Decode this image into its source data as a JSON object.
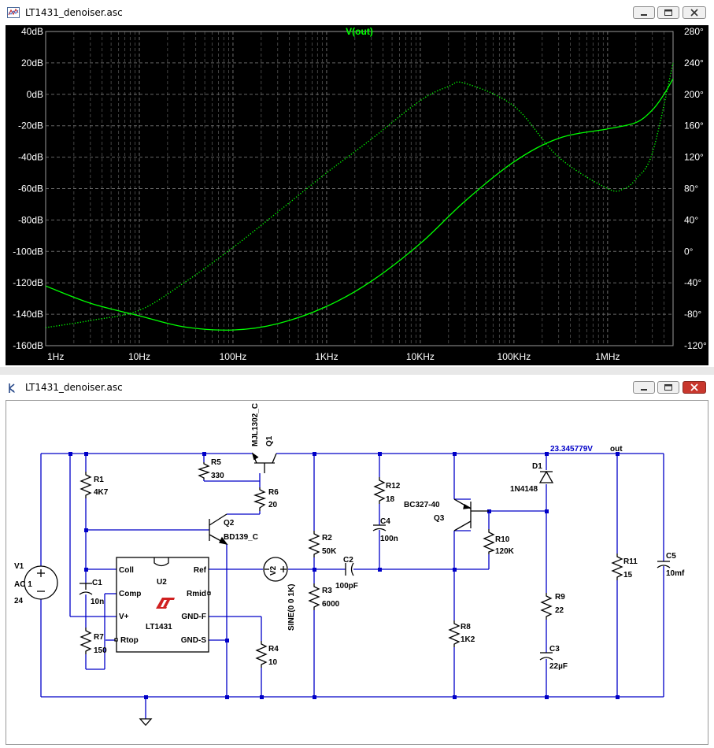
{
  "plot_window": {
    "title": "LT1431_denoiser.asc",
    "icon": "plot-window-icon"
  },
  "schematic_window": {
    "title": "LT1431_denoiser.asc",
    "icon": "schematic-window-icon"
  },
  "window_controls": {
    "minimize": "minimize-icon",
    "maximize": "maximize-icon",
    "close": "close-icon"
  },
  "chart_data": {
    "type": "line",
    "title": "V(out)",
    "x_scale": "log",
    "xlim": [
      1,
      5000000
    ],
    "x_ticks": [
      "1Hz",
      "10Hz",
      "100Hz",
      "1KHz",
      "10KHz",
      "100KHz",
      "1MHz"
    ],
    "y_left_ticks": [
      "40dB",
      "20dB",
      "0dB",
      "-20dB",
      "-40dB",
      "-60dB",
      "-80dB",
      "-100dB",
      "-120dB",
      "-140dB",
      "-160dB"
    ],
    "y_right_ticks": [
      "280°",
      "240°",
      "200°",
      "160°",
      "120°",
      "80°",
      "40°",
      "0°",
      "-40°",
      "-80°",
      "-120°"
    ],
    "ylim_left": [
      -160,
      40
    ],
    "ylim_right": [
      -120,
      280
    ],
    "grid": true,
    "colors": {
      "background": "#000000",
      "trace": "#00ff00",
      "grid": "#7a7a7a",
      "axis_text": "#ffffff"
    },
    "series": [
      {
        "name": "magnitude",
        "axis": "left",
        "style": "solid",
        "x": [
          1,
          3,
          10,
          30,
          100,
          300,
          1000,
          3000,
          10000,
          30000,
          100000,
          300000,
          1000000,
          2000000,
          3000000,
          4000000,
          5000000
        ],
        "y": [
          -122,
          -133,
          -141,
          -148,
          -150,
          -146,
          -135,
          -119,
          -95,
          -68,
          -43,
          -28,
          -22,
          -18,
          -10,
          0,
          10
        ]
      },
      {
        "name": "phase",
        "axis": "right",
        "style": "dotted",
        "x": [
          1,
          3,
          10,
          30,
          100,
          300,
          1000,
          3000,
          10000,
          20000,
          30000,
          100000,
          300000,
          1000000,
          1500000,
          2000000,
          3000000,
          5000000
        ],
        "y": [
          -97,
          -88,
          -75,
          -40,
          5,
          50,
          100,
          143,
          192,
          210,
          214,
          185,
          120,
          80,
          80,
          92,
          125,
          240
        ]
      }
    ]
  },
  "schematic": {
    "wire_color": "#0000c8",
    "component_color": "#000000",
    "labels": {
      "v1_ref": "V1",
      "v1_val1": "AC 1",
      "v1_val2": "24",
      "c1_ref": "C1",
      "c1_val": "10n",
      "r1_ref": "R1",
      "r1_val": "4K7",
      "r7_ref": "R7",
      "r7_val": "150",
      "r5_ref": "R5",
      "r5_val": "330",
      "r6_ref": "R6",
      "r6_val": "20",
      "q1_ref": "Q1",
      "q1_model": "MJL1302_C",
      "q2_ref": "Q2",
      "q2_model": "BD139_C",
      "u2_ref": "U2",
      "u2_model": "LT1431",
      "pin_coll": "Coll",
      "pin_comp": "Comp",
      "pin_vplus": "V+",
      "pin_rtop": "Rtop",
      "pin_ref": "Ref",
      "pin_rmid": "Rmid",
      "pin_gndf": "GND-F",
      "pin_gnds": "GND-S",
      "r4_ref": "R4",
      "r4_val": "10",
      "v2_ref": "V2",
      "v2_val": "SINE(0 0 1K)",
      "r2_ref": "R2",
      "r2_val": "50K",
      "r3_ref": "R3",
      "r3_val": "6000",
      "c2_ref": "C2",
      "c2_val": "100pF",
      "r12_ref": "R12",
      "r12_val": "18",
      "c4_ref": "C4",
      "c4_val": "100n",
      "q3_ref": "Q3",
      "q3_model": "BC327-40",
      "r10_ref": "R10",
      "r10_val": "120K",
      "r8_ref": "R8",
      "r8_val": "1K2",
      "d1_ref": "D1",
      "d1_model": "1N4148",
      "r9_ref": "R9",
      "r9_val": "22",
      "c3_ref": "C3",
      "c3_val": "22µF",
      "r11_ref": "R11",
      "r11_val": "15",
      "c5_ref": "C5",
      "c5_val": "10mf",
      "node_voltage": "23.345779V",
      "net_out": "out"
    }
  }
}
